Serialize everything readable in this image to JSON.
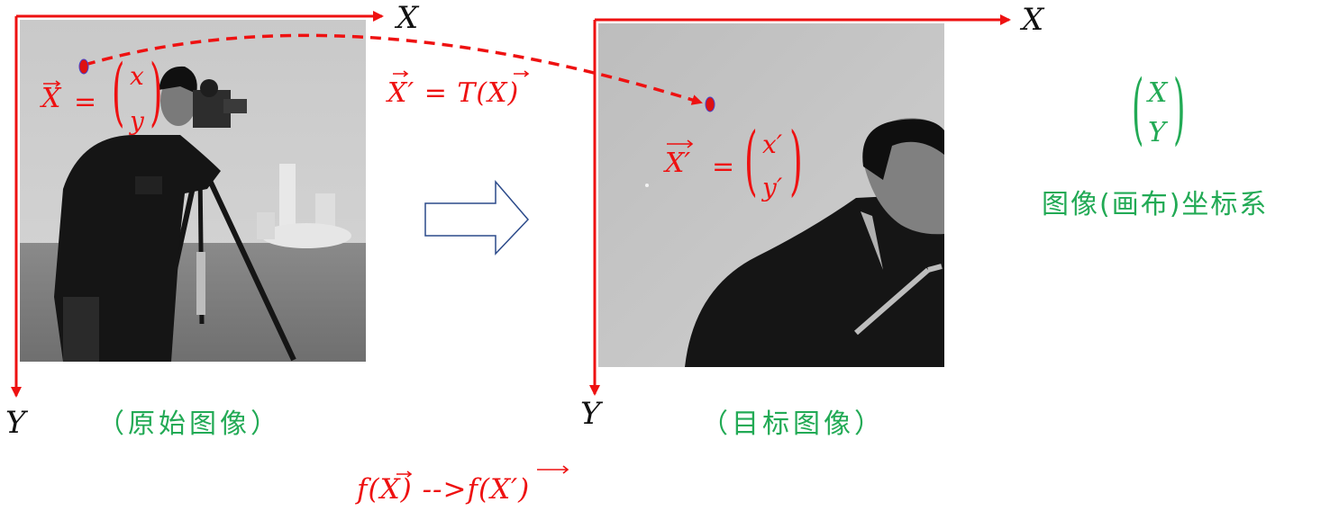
{
  "axes": {
    "left": {
      "x_label": "X",
      "y_label": "Y"
    },
    "right": {
      "x_label": "X",
      "y_label": "Y"
    }
  },
  "source_image": {
    "caption": "（原始图像）"
  },
  "target_image": {
    "caption": "（目标图像）"
  },
  "equations": {
    "source_point": {
      "lhs": "X",
      "eq": "=",
      "top": "x",
      "bottom": "y"
    },
    "transform": "X′ = T(X)",
    "target_point": {
      "lhs": "X′",
      "eq": "=",
      "top": "x′",
      "bottom": "y′"
    },
    "mapping": "f(X) -->f(X′)"
  },
  "canvas_vector": {
    "top": "X",
    "bottom": "Y"
  },
  "canvas_label": "图像(画布)坐标系",
  "colors": {
    "accent_red": "#ee1111",
    "caption_green": "#22aa55",
    "arrow_outline": "#2b4a8a"
  }
}
